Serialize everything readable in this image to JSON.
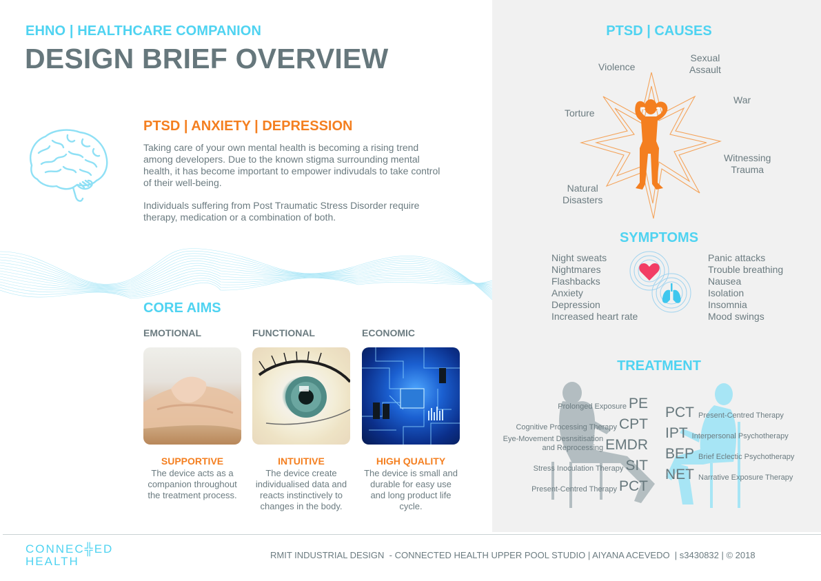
{
  "header": {
    "subtitle": "EHNO | HEALTHCARE COMPANION",
    "title": "DESIGN BRIEF OVERVIEW"
  },
  "intro": {
    "heading": "PTSD | ANXIETY | DEPRESSION",
    "paragraph_1": "Taking care of your own mental health is becoming a rising trend among developers. Due to the known stigma surrounding mental health, it has become important to empower indivudals to take control of their well-being.",
    "paragraph_2": "Individuals suffering from Post Traumatic Stress Disorder require therapy, medication or a combination of both.",
    "icon": "brain-icon"
  },
  "core_aims": {
    "heading": "CORE AIMS",
    "items": [
      {
        "category": "EMOTIONAL",
        "title": "SUPPORTIVE",
        "description": "The device acts as a companion throughout the treatment process.",
        "image": "holding-hands-photo"
      },
      {
        "category": "FUNCTIONAL",
        "title": "INTUITIVE",
        "description": "The device create individualised data and reacts instinctively to changes in the body.",
        "image": "eye-closeup-photo"
      },
      {
        "category": "ECONOMIC",
        "title": "HIGH QUALITY",
        "description": "The device is small and durable for easy use and long product life cycle.",
        "image": "circuit-board-photo"
      }
    ]
  },
  "causes": {
    "heading": "PTSD | CAUSES",
    "items": [
      "Violence",
      "Sexual Assault",
      "War",
      "Torture",
      "Witnessing Trauma",
      "Natural Disasters"
    ],
    "labels": {
      "violence": "Violence",
      "sexual_1": "Sexual",
      "sexual_2": "Assault",
      "war": "War",
      "torture": "Torture",
      "witnessing_1": "Witnessing",
      "witnessing_2": "Trauma",
      "natural_1": "Natural",
      "natural_2": "Disasters"
    }
  },
  "symptoms": {
    "heading": "SYMPTOMS",
    "left": [
      "Night sweats",
      "Nightmares",
      "Flashbacks",
      "Anxiety",
      "Depression",
      "Increased heart rate"
    ],
    "right": [
      "Panic attacks",
      "Trouble breathing",
      "Nausea",
      "Isolation",
      "Insomnia",
      "Mood swings"
    ]
  },
  "treatment": {
    "heading": "TREATMENT",
    "left": [
      {
        "abbr": "PE",
        "full": "Prolonged Exposure"
      },
      {
        "abbr": "CPT",
        "full": "Cognitive Processing Therapy"
      },
      {
        "abbr": "EMDR",
        "full_1": "Eye-Movement Desnsitisation",
        "full_2": "and Reprocessing"
      },
      {
        "abbr": "SIT",
        "full": "Stress Inoculation Therapy"
      },
      {
        "abbr": "PCT",
        "full": "Present-Centred Therapy"
      }
    ],
    "right": [
      {
        "abbr": "PCT",
        "full": "Present-Centred Therapy"
      },
      {
        "abbr": "IPT",
        "full": "Interpersonal Psychotherapy"
      },
      {
        "abbr": "BEP",
        "full": "Brief Eclectic Psychotherapy"
      },
      {
        "abbr": "NET",
        "full": "Narrative Exposure Therapy"
      }
    ]
  },
  "footer": {
    "logo_line_1": "CONNEC╬ED",
    "logo_line_2": "HEALTH",
    "credits": "RMIT INDUSTRIAL DESIGN  - CONNECTED HEALTH UPPER POOL STUDIO | AIYANA ACEVEDO  | s3430832 | © 2018"
  },
  "colors": {
    "accent_cyan": "#4fd3f1",
    "accent_orange": "#f47f20",
    "text_grey": "#6b7b80",
    "panel_grey": "#f1f1f1",
    "heart_red": "#f23d64"
  }
}
